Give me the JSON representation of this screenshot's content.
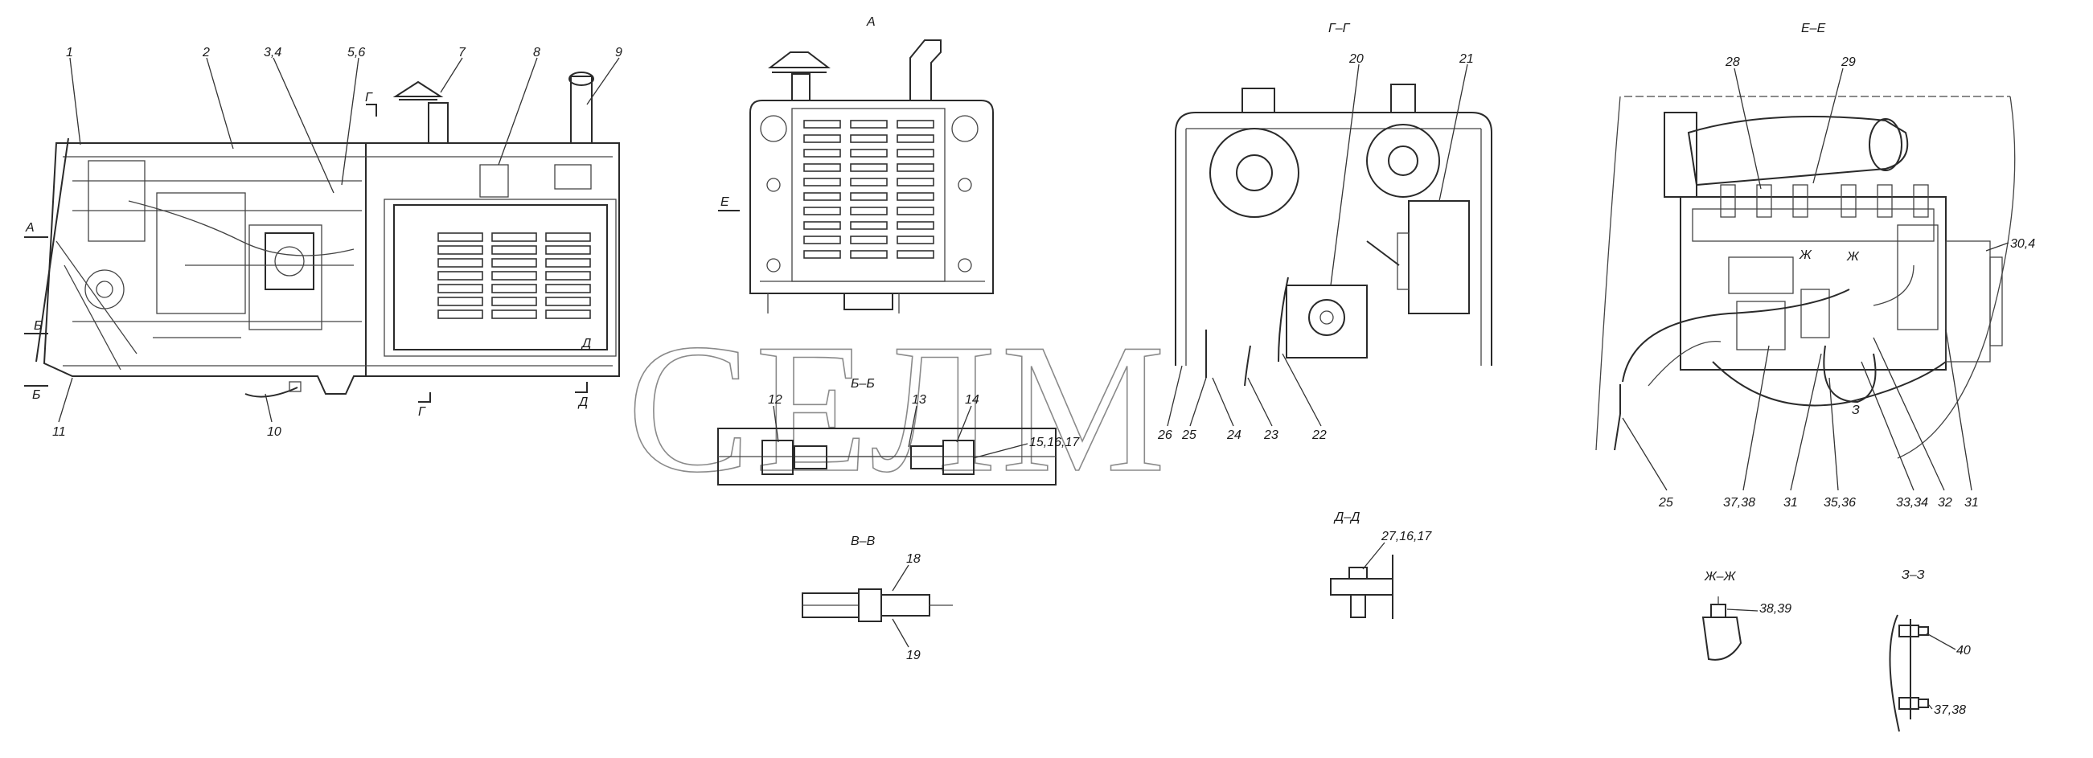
{
  "watermark": "СЕЛМ",
  "views": {
    "a": "А",
    "gg": "Г–Г",
    "ee": "Е–Е",
    "bb": "Б–Б",
    "vv": "В–В",
    "dd": "Д–Д",
    "zhzh": "Ж–Ж",
    "zz": "З–З"
  },
  "section_marks": {
    "a_left": "А",
    "b_upper": "Б",
    "b_lower": "Б",
    "g_top": "Г",
    "g_bottom": "Г",
    "d_right": "Д",
    "d_bottom": "Д",
    "e_view_a": "Е",
    "zh_1": "Ж",
    "zh_2": "Ж",
    "z_mark": "З"
  },
  "callouts": {
    "main": [
      "1",
      "2",
      "3,4",
      "5,6",
      "7",
      "8",
      "9",
      "10",
      "11"
    ],
    "section_bb": [
      "12",
      "13",
      "14",
      "15,16,17"
    ],
    "section_vv": [
      "18",
      "19"
    ],
    "section_gg": [
      "20",
      "21",
      "22",
      "23",
      "24",
      "25",
      "26"
    ],
    "section_dd": [
      "27,16,17"
    ],
    "section_ee": [
      "28",
      "29",
      "30,4",
      "25",
      "37,38",
      "31",
      "35,36",
      "33,34",
      "32",
      "31"
    ],
    "section_zhzh": [
      "38,39"
    ],
    "section_zz": [
      "40",
      "37,38"
    ]
  }
}
